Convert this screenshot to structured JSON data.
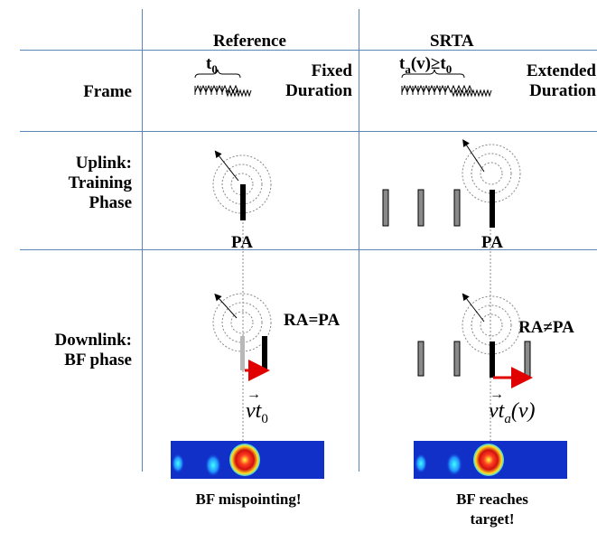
{
  "columns": {
    "reference": "Reference",
    "srta": "SRTA"
  },
  "rows": {
    "frame": "Frame",
    "uplink_line1": "Uplink:",
    "uplink_line2": "Training",
    "uplink_line3": "Phase",
    "downlink_line1": "Downlink:",
    "downlink_line2": "BF phase"
  },
  "frame": {
    "ref_time": "t",
    "ref_time_sub": "0",
    "ref_dur_line1": "Fixed",
    "ref_dur_line2": "Duration",
    "srta_time_a": "t",
    "srta_time_a_sub": "a",
    "srta_time_mid": "(v)≥t",
    "srta_time_sub0": "0",
    "srta_dur_line1": "Extended",
    "srta_dur_line2": "Duration"
  },
  "uplink": {
    "ref_antenna": "PA",
    "srta_antenna": "PA"
  },
  "downlink": {
    "ref_relation": "RA=PA",
    "srta_relation": "RA≠PA",
    "ref_motion_v": "v",
    "ref_motion_t": "t",
    "ref_motion_sub": "0",
    "srta_motion_v": "v",
    "srta_motion_t": "t",
    "srta_motion_sub": "a",
    "srta_motion_arg": "(v)"
  },
  "results": {
    "ref_caption": "BF mispointing!",
    "srta_caption_line1": "BF reaches",
    "srta_caption_line2": "target!"
  },
  "colors": {
    "grid": "#5a86b8",
    "arrow_red": "#e00000",
    "bar_dark": "#000000",
    "bar_gray": "#8a8a8a",
    "heatmap_bg": "#1030c8"
  }
}
